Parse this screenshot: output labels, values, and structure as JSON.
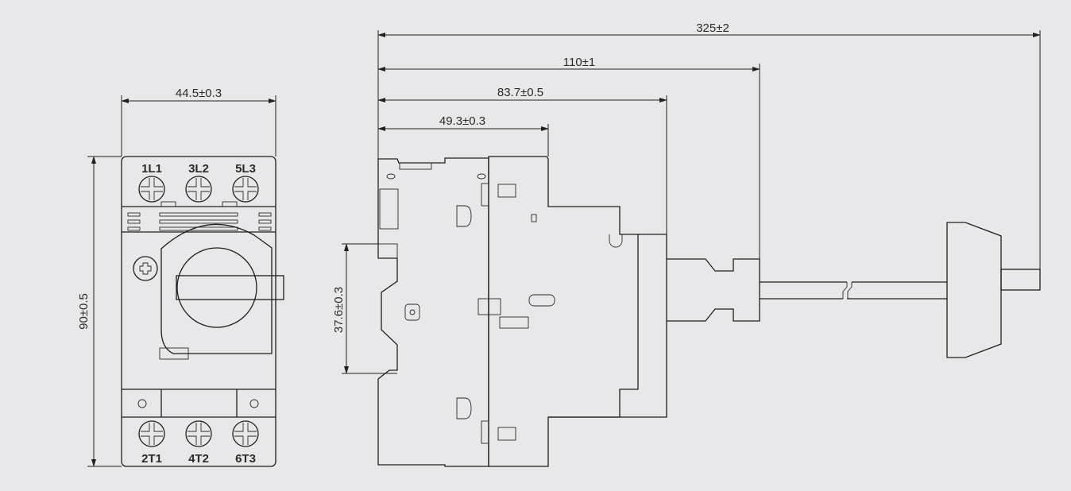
{
  "front_view": {
    "terminals_top": [
      "1L1",
      "3L2",
      "5L3"
    ],
    "terminals_bottom": [
      "2T1",
      "4T2",
      "6T3"
    ]
  },
  "dimensions": {
    "width": "44.5±0.3",
    "height": "90±0.5",
    "total_length": "325±2",
    "to_adapter": "110±1",
    "to_handle": "83.7±0.5",
    "body_depth": "49.3±0.3",
    "rail_height": "37.6±0.3"
  },
  "colors": {
    "background": "#e8e8ea",
    "lines": "#1e1e1e"
  }
}
